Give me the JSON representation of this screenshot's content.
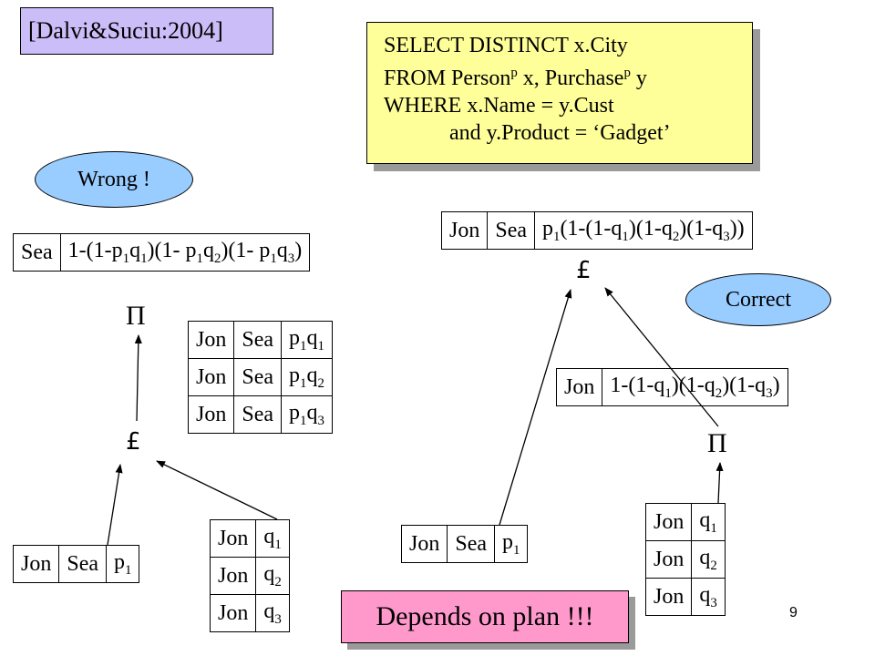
{
  "citation": "[Dalvi&Suciu:2004]",
  "query": {
    "select": "SELECT DISTINCT x.City",
    "from_prefix": "FROM Person",
    "from_sup1": "p",
    "from_mid": " x, Purchase",
    "from_sup2": "p",
    "from_suffix": " y",
    "where": "WHERE x.Name = y.Cust",
    "and": "and y.Product = ‘Gadget’"
  },
  "labels": {
    "wrong": "Wrong !",
    "correct": "Correct",
    "depends": "Depends on plan !!!",
    "page_number": "9"
  },
  "operators": {
    "project": "Π",
    "join": "£"
  },
  "wrong_plan": {
    "result": {
      "city": "Sea",
      "prob": "1-(1-p<sub>1</sub>q<sub>1</sub>)(1- p<sub>1</sub>q<sub>2</sub>)(1- p<sub>1</sub>q<sub>3</sub>)"
    },
    "join_table": [
      [
        "Jon",
        "Sea",
        "p<sub>1</sub>q<sub>1</sub>"
      ],
      [
        "Jon",
        "Sea",
        "p<sub>1</sub>q<sub>2</sub>"
      ],
      [
        "Jon",
        "Sea",
        "p<sub>1</sub>q<sub>3</sub>"
      ]
    ],
    "person": [
      "Jon",
      "Sea",
      "p<sub>1</sub>"
    ],
    "purchase": [
      [
        "Jon",
        "q<sub>1</sub>"
      ],
      [
        "Jon",
        "q<sub>2</sub>"
      ],
      [
        "Jon",
        "q<sub>3</sub>"
      ]
    ]
  },
  "correct_plan": {
    "result": [
      "Jon",
      "Sea",
      "p<sub>1</sub>(1-(1-q<sub>1</sub>)(1-q<sub>2</sub>)(1-q<sub>3</sub>))"
    ],
    "projected": [
      "Jon",
      "1-(1-q<sub>1</sub>)(1-q<sub>2</sub>)(1-q<sub>3</sub>)"
    ],
    "person": [
      "Jon",
      "Sea",
      "p<sub>1</sub>"
    ],
    "purchase": [
      [
        "Jon",
        "q<sub>1</sub>"
      ],
      [
        "Jon",
        "q<sub>2</sub>"
      ],
      [
        "Jon",
        "q<sub>3</sub>"
      ]
    ]
  }
}
